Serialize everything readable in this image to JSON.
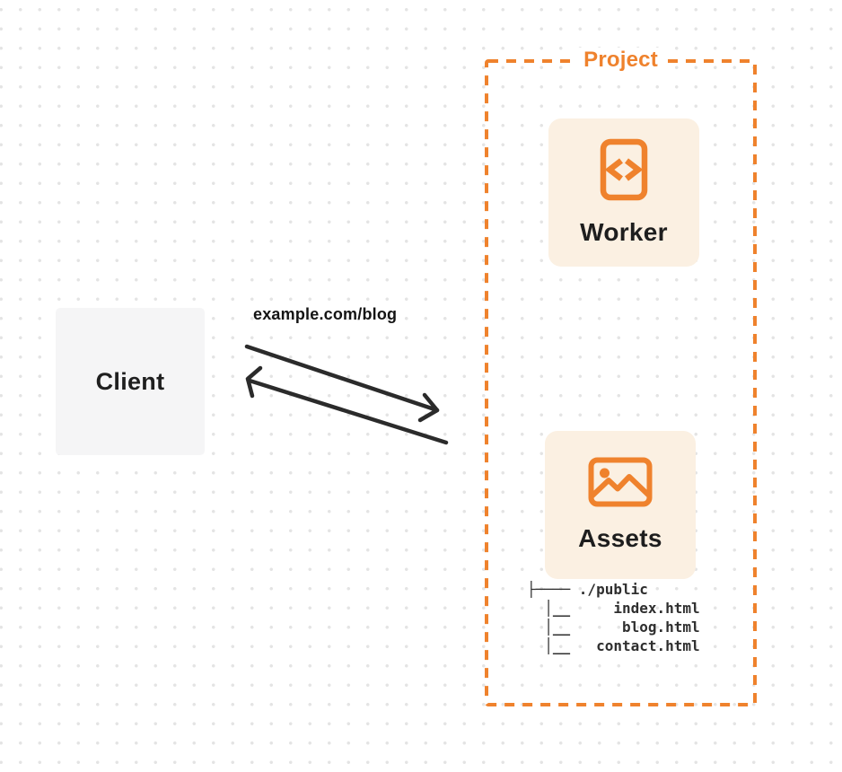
{
  "client": {
    "label": "Client"
  },
  "request": {
    "label": "example.com/blog"
  },
  "project": {
    "title": "Project",
    "worker": {
      "label": "Worker",
      "icon": "code-file-icon"
    },
    "assets": {
      "label": "Assets",
      "icon": "image-icon"
    },
    "file_tree": "├──── ./public\n  │__     index.html\n  │__      blog.html\n  │__   contact.html"
  },
  "colors": {
    "accent_orange": "#EF822D",
    "card_background": "#FBF0E2",
    "client_background": "#F5F5F6",
    "arrow": "#2B2B2B",
    "dot_grid": "#E4E4E4"
  }
}
